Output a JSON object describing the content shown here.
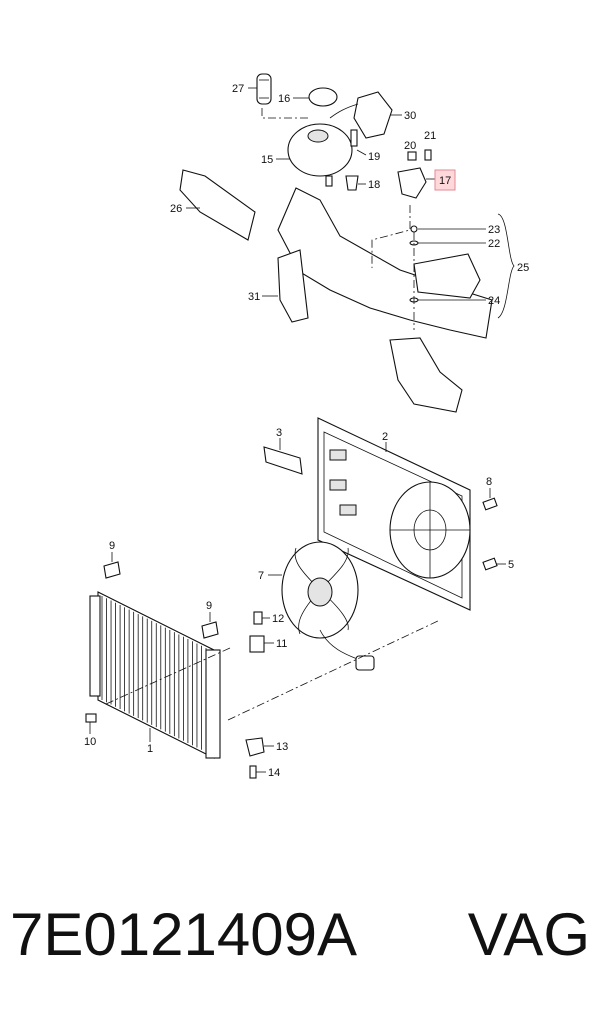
{
  "callouts": [
    "27",
    "16",
    "30",
    "21",
    "20",
    "15",
    "19",
    "18",
    "17",
    "26",
    "23",
    "22",
    "25",
    "24",
    "31",
    "3",
    "2",
    "8",
    "5",
    "7",
    "9",
    "9",
    "12",
    "11",
    "10",
    "1",
    "13",
    "14"
  ],
  "highlighted_callout": "17",
  "highlight_color": "#ffd8dc",
  "part_number": "7E0121409A",
  "brand": "VAG"
}
